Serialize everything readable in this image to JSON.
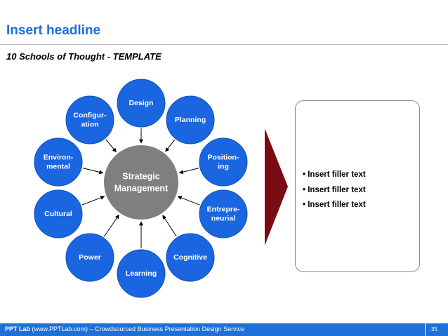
{
  "header": {
    "headline": "Insert headline",
    "subtitle": "10 Schools of Thought - TEMPLATE"
  },
  "diagram": {
    "center": {
      "lines": [
        "Strategic",
        "Management"
      ]
    },
    "schools": [
      {
        "id": "design",
        "lines": [
          "Design"
        ]
      },
      {
        "id": "planning",
        "lines": [
          "Planning"
        ]
      },
      {
        "id": "positioning",
        "lines": [
          "Position-",
          "ing"
        ]
      },
      {
        "id": "entrepreneurial",
        "lines": [
          "Entrepre-",
          "neurial"
        ]
      },
      {
        "id": "cognitive",
        "lines": [
          "Cognitive"
        ]
      },
      {
        "id": "learning",
        "lines": [
          "Learning"
        ]
      },
      {
        "id": "power",
        "lines": [
          "Power"
        ]
      },
      {
        "id": "cultural",
        "lines": [
          "Cultural"
        ]
      },
      {
        "id": "environmental",
        "lines": [
          "Environ-",
          "mental"
        ]
      },
      {
        "id": "configuration",
        "lines": [
          "Configur-",
          "ation"
        ]
      }
    ],
    "colors": {
      "node": "#1a66e0",
      "node_border": "#0d4fb8",
      "center": "#7f7f7f",
      "arrow": "#000000",
      "chevron": "#7a0a14"
    }
  },
  "textbox": {
    "bullets": [
      "Insert filler text",
      "Insert filler text",
      "Insert filler text"
    ]
  },
  "footer": {
    "brand": "PPT Lab",
    "text": " (www.PPTLab.com) – Crowdsourced Business Presentation Design Service",
    "page_number": "35"
  }
}
